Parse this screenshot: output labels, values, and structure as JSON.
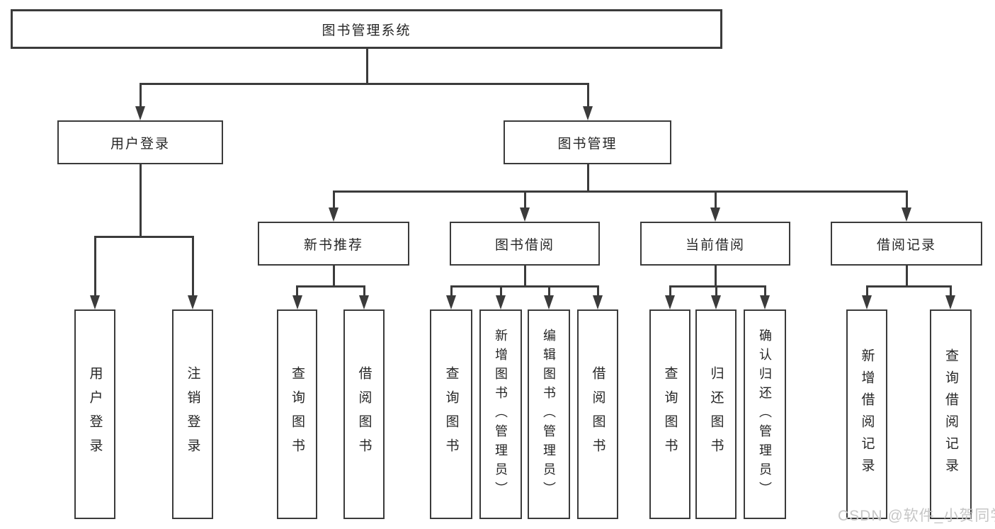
{
  "nodes": {
    "root": "图书管理系统",
    "level2": {
      "user_login": "用户登录",
      "book_mgmt": "图书管理"
    },
    "level3": {
      "new_book_rec": "新书推荐",
      "book_borrow": "图书借阅",
      "current_borrow": "当前借阅",
      "borrow_records": "借阅记录"
    },
    "user_login_children": {
      "login": "用户登录",
      "logout": "注销登录"
    },
    "new_book_rec_children": {
      "query_books": "查询图书",
      "borrow_books": "借阅图书"
    },
    "book_borrow_children": {
      "query_books": "查询图书",
      "add_books": "新增图书（管理员）",
      "edit_books": "编辑图书（管理员）",
      "borrow_books": "借阅图书"
    },
    "current_borrow_children": {
      "query_books": "查询图书",
      "return_books": "归还图书",
      "confirm_return": "确认归还（管理员）"
    },
    "borrow_records_children": {
      "add_record": "新增借阅记录",
      "query_record": "查询借阅记录"
    }
  },
  "watermark": "CSDN @软件_小贺同学",
  "colors": {
    "line": "#3b3b3b",
    "text": "#262626",
    "watermark": "#c6c6c6",
    "background": "#ffffff"
  }
}
